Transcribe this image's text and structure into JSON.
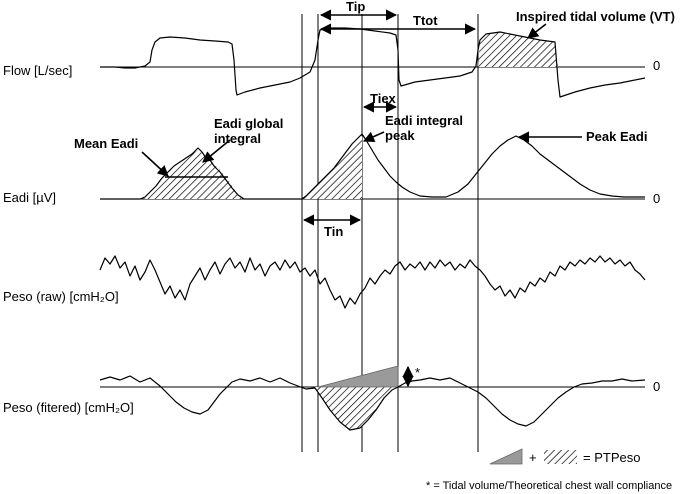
{
  "signals": {
    "flow": "Flow [L/sec]",
    "eadi": "Eadi [µV]",
    "peso_raw": "Peso (raw) [cmH₂O]",
    "peso_filtered": "Peso (fitered) [cmH₂O]"
  },
  "zero_labels": {
    "flow": "0",
    "eadi": "0",
    "peso_filtered": "0"
  },
  "annotations": {
    "tip": "Tip",
    "ttot": "Ttot",
    "vt": "Inspired tidal volume (VT)",
    "tiex": "Tiex",
    "eadi_integral_peak_1": "Eadi integral",
    "eadi_integral_peak_2": "peak",
    "peak_eadi": "Peak Eadi",
    "mean_eadi": "Mean Eadi",
    "eadi_global_1": "Eadi global",
    "eadi_global_2": "integral",
    "tin": "Tin",
    "star": "*"
  },
  "legend": {
    "plus": "+",
    "equals": "= PTPeso"
  },
  "footnote": "* = Tidal volume/Theoretical chest wall compliance",
  "colors": {
    "stroke": "#000000",
    "grey_fill": "#9a9a9a"
  }
}
